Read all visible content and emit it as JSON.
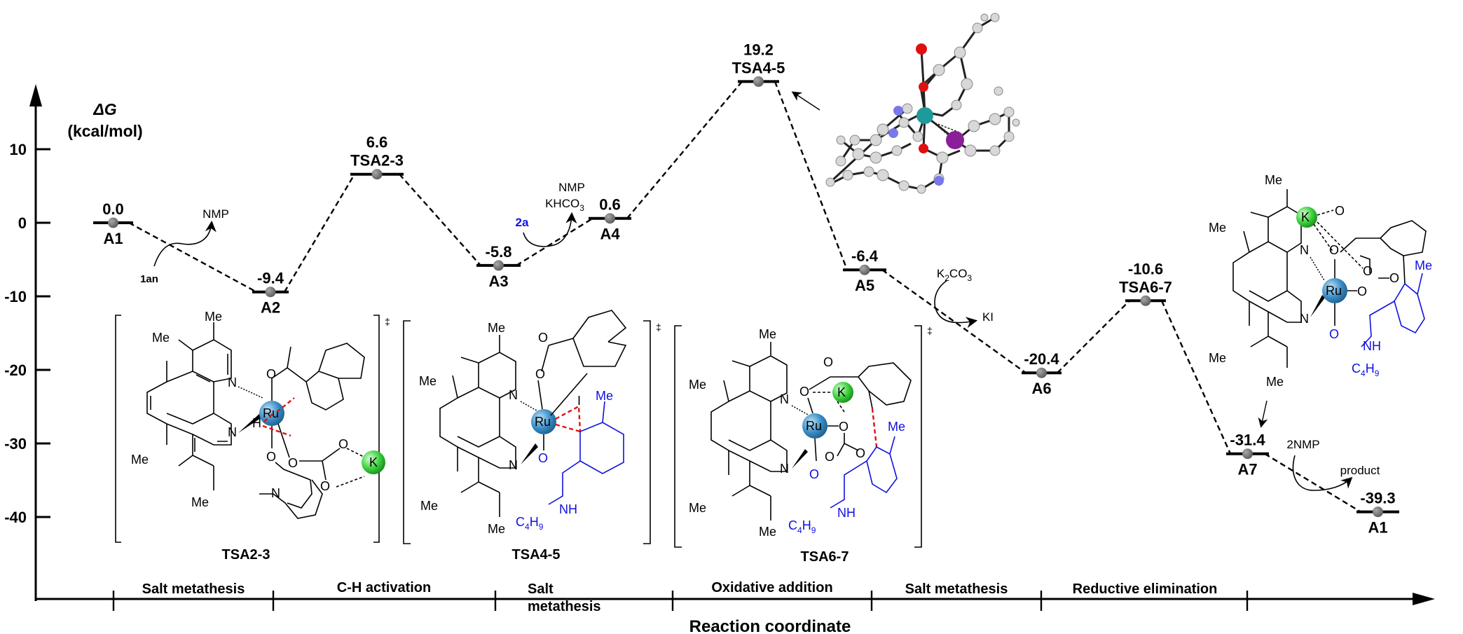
{
  "chart_data": {
    "type": "line",
    "subtype": "energy-profile",
    "ylabel": "ΔG",
    "yunit": "(kcal/mol)",
    "xlabel": "Reaction coordinate",
    "ylim": [
      -50,
      20
    ],
    "yticks": [
      10,
      0,
      -10,
      -20,
      -30,
      -40
    ],
    "grid": false,
    "points": [
      {
        "name": "A1",
        "value": 0.0,
        "label": "0.0"
      },
      {
        "name": "A2",
        "value": -9.4,
        "label": "-9.4"
      },
      {
        "name": "TSA2-3",
        "value": 6.6,
        "label": "6.6"
      },
      {
        "name": "A3",
        "value": -5.8,
        "label": "-5.8"
      },
      {
        "name": "A4",
        "value": 0.6,
        "label": "0.6"
      },
      {
        "name": "TSA4-5",
        "value": 19.2,
        "label": "19.2"
      },
      {
        "name": "A5",
        "value": -6.4,
        "label": "-6.4"
      },
      {
        "name": "A6",
        "value": -20.4,
        "label": "-20.4"
      },
      {
        "name": "TSA6-7",
        "value": -10.6,
        "label": "-10.6"
      },
      {
        "name": "A7",
        "value": -31.4,
        "label": "-31.4"
      },
      {
        "name": "A1",
        "value": -39.3,
        "label": "-39.3"
      }
    ],
    "stages": [
      "Salt metathesis",
      "C-H activation",
      "Salt",
      "metathesis",
      "Oxidative addition",
      "Salt metathesis",
      "Reductive elimination"
    ],
    "annotations": {
      "step1_in": "1an",
      "step1_out": "NMP",
      "step3_in": "2a",
      "step3_out_1": "NMP",
      "step3_out_2": "KHCO",
      "step3_out_2_sub": "3",
      "step5_in": "K",
      "step5_in_sub": "2",
      "step5_in_rest": "CO",
      "step5_in_sub2": "3",
      "step5_out": "KI",
      "step7_in": "2NMP",
      "step7_out": "product"
    }
  },
  "structures": {
    "ts1": {
      "title": "TSA2-3",
      "me": "Me",
      "ru": "Ru",
      "n": "N",
      "o": "O",
      "h": "H",
      "k": "K",
      "dagger": "‡"
    },
    "ts2": {
      "title": "TSA4-5",
      "me": "Me",
      "ru": "Ru",
      "n": "N",
      "o": "O",
      "i": "I",
      "nh": "NH",
      "c4h9": "C",
      "c4": "4",
      "h9": "H",
      "nine": "9",
      "dagger": "‡"
    },
    "ts3": {
      "title": "TSA6-7",
      "me": "Me",
      "ru": "Ru",
      "n": "N",
      "o": "O",
      "k": "K",
      "nh": "NH",
      "dagger": "‡"
    },
    "a7": {
      "me": "Me",
      "ru": "Ru",
      "n": "N",
      "o": "O",
      "k": "K",
      "nh": "NH"
    }
  },
  "colors": {
    "ru": "#3a8cc4",
    "k": "#3ad03a",
    "highlight": "#1010e0",
    "ts_bond": "#e01010"
  }
}
